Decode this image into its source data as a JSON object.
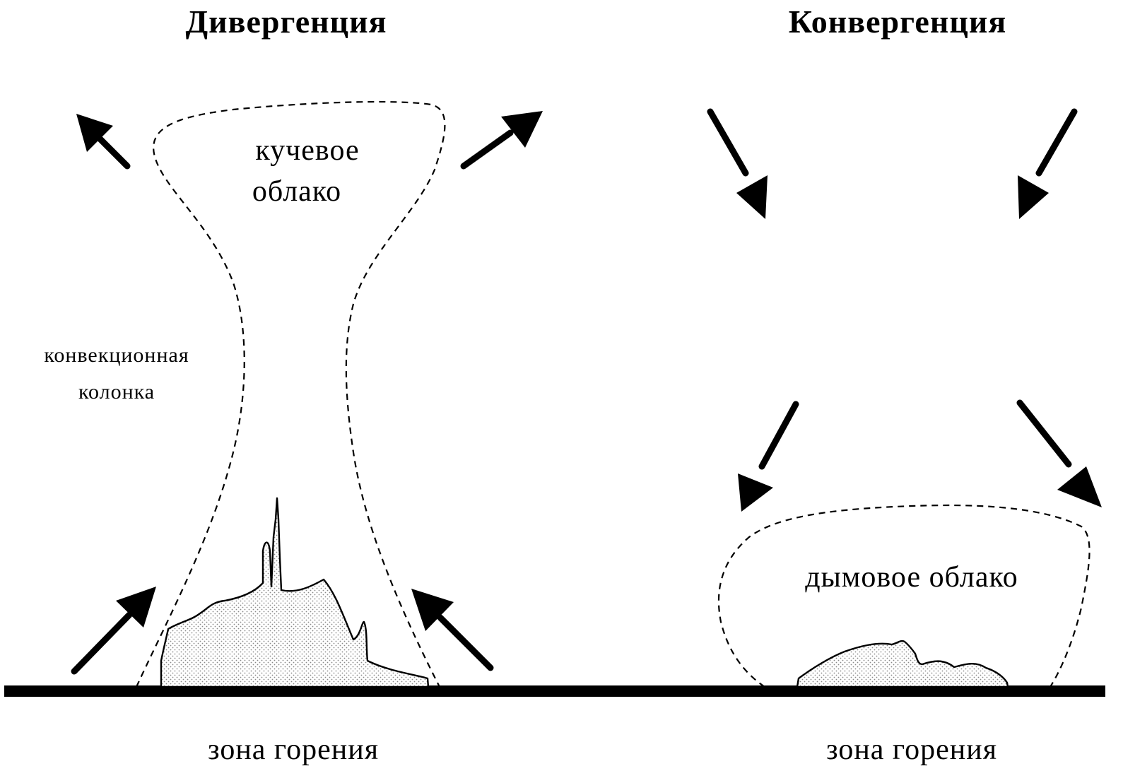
{
  "left_panel": {
    "title": "Дивергенция",
    "cloud_label_line1": "кучевое",
    "cloud_label_line2": "облако",
    "column_label_line1": "конвекционная",
    "column_label_line2": "колонка",
    "ground_label": "зона горения"
  },
  "right_panel": {
    "title": "Конвергенция",
    "smoke_label": "дымовое облако",
    "ground_label": "зона горения"
  },
  "colors": {
    "ink": "#000000",
    "background": "#ffffff",
    "fire_fill": "#d9d9d9"
  }
}
